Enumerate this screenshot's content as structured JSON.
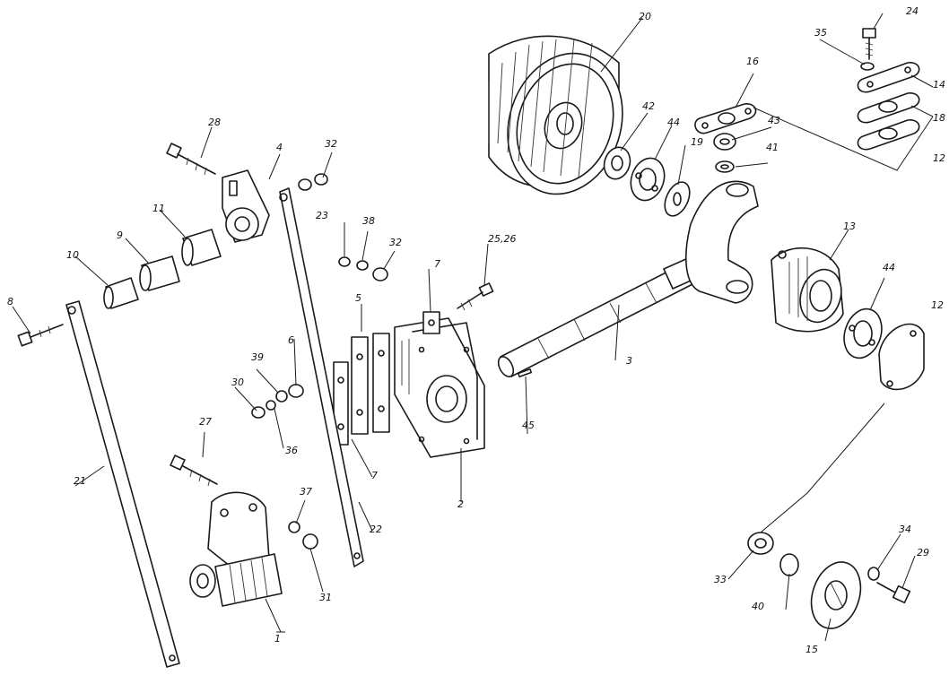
{
  "diagram": {
    "labels": {
      "l1": "1",
      "l2": "2",
      "l3": "3",
      "l4": "4",
      "l5": "5",
      "l6": "6",
      "l7a": "7",
      "l7b": "7",
      "l8": "8",
      "l9": "9",
      "l10": "10",
      "l11": "11",
      "l12a": "12",
      "l12b": "12",
      "l13": "13",
      "l14": "14",
      "l15": "15",
      "l16": "16",
      "l18": "18",
      "l19": "19",
      "l20": "20",
      "l21": "21",
      "l22": "22",
      "l23": "23",
      "l24": "24",
      "l2526": "25,26",
      "l27": "27",
      "l28": "28",
      "l29": "29",
      "l30": "30",
      "l31": "31",
      "l32a": "32",
      "l32b": "32",
      "l33": "33",
      "l34": "34",
      "l35": "35",
      "l36": "36",
      "l37": "37",
      "l38": "38",
      "l39": "39",
      "l40": "40",
      "l41": "41",
      "l42": "42",
      "l43": "43",
      "l44a": "44",
      "l44b": "44",
      "l45": "45"
    }
  }
}
